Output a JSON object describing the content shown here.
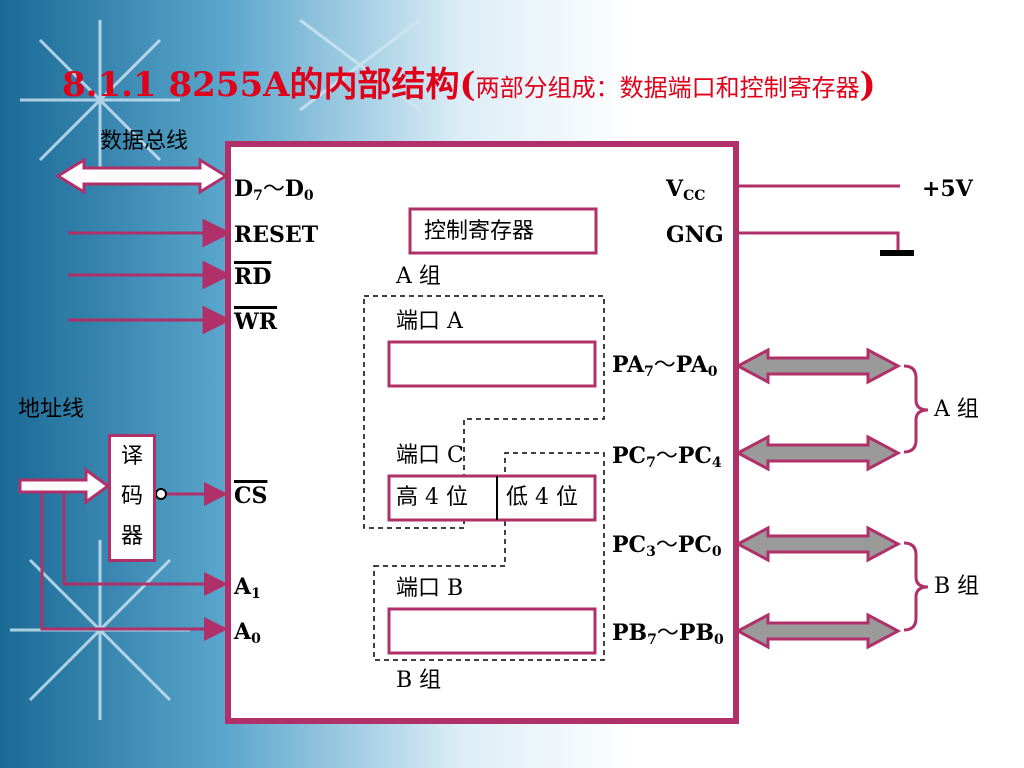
{
  "title": {
    "main": "8.1.1 8255A的内部结构(",
    "sub": "两部分组成：数据端口和控制寄存器",
    "close": ")"
  },
  "left": {
    "data_bus": "数据总线",
    "address_line": "地址线",
    "decoder": [
      "译",
      "码",
      "器"
    ]
  },
  "pins_left": {
    "d": "D",
    "d_sub1": "7",
    "tilde": "～",
    "d_sub2": "0",
    "reset": "RESET",
    "rd": "RD",
    "wr": "WR",
    "cs": "CS",
    "a1": "A",
    "a1_sub": "1",
    "a0": "A",
    "a0_sub": "0"
  },
  "internal": {
    "control_register": "控制寄存器",
    "group_a": "A 组",
    "port_a": "端口 A",
    "port_c": "端口 C",
    "port_c_high": "高 4 位",
    "port_c_low": "低 4 位",
    "port_b": "端口 B",
    "group_b": "B 组"
  },
  "pins_right": {
    "vcc": "V",
    "vcc_sub": "CC",
    "gnd": "GNG",
    "pa": "PA",
    "pa_sub1": "7",
    "pa_sub2": "0",
    "pc_hi": "PC",
    "pc_hi_sub1": "7",
    "pc_hi_sub2": "4",
    "pc_lo": "PC",
    "pc_lo_sub1": "3",
    "pc_lo_sub2": "0",
    "pb": "PB",
    "pb_sub1": "7",
    "pb_sub2": "0",
    "tilde": "～"
  },
  "outside_right": {
    "plus5v": "+5V",
    "group_a": "A 组",
    "group_b": "B 组"
  },
  "colors": {
    "line": "#b0306a",
    "title": "#e0001a",
    "arrow_fill": "#9a9a9a",
    "background_left": "#1a6a96"
  }
}
